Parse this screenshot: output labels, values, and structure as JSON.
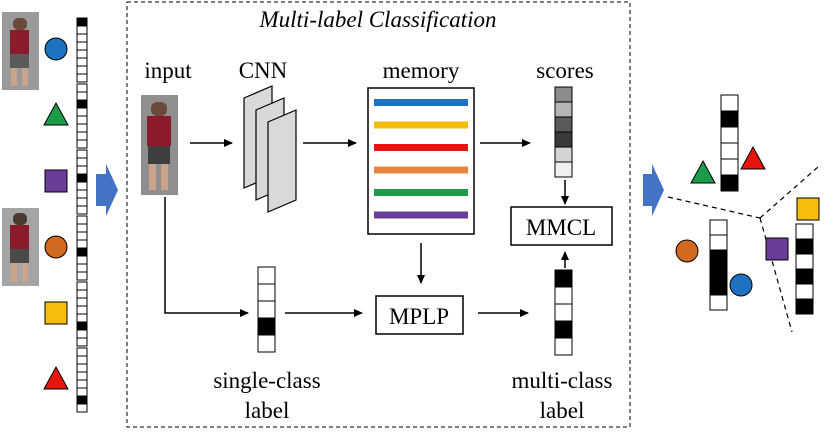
{
  "title": "Multi-label Classification",
  "labels": {
    "input": "input",
    "cnn": "CNN",
    "memory": "memory",
    "scores": "scores",
    "mmcl": "MMCL",
    "mplp": "MPLP",
    "single_class_line1": "single-class",
    "single_class_line2": "label",
    "multi_class_line1": "multi-class",
    "multi_class_line2": "label"
  },
  "colors": {
    "blue": "#1f72c2",
    "yellow": "#f6bd0c",
    "red": "#e8140e",
    "orange": "#e8843d",
    "green": "#1a9c48",
    "purple": "#6a3d9a",
    "circle_orange": "#d2691e",
    "arrow_blue": "#4472c4",
    "cnn_fill": "#d9d9d9"
  },
  "memory_rows": [
    "blue",
    "yellow",
    "red",
    "orange",
    "green",
    "purple"
  ],
  "scores_cells": [
    "#8c8c8c",
    "#b5b5b5",
    "#5a5a5a",
    "#3a3a3a",
    "#d4d4d4",
    "#f0f0f0"
  ],
  "left_items": [
    {
      "shape": "circle",
      "color": "blue",
      "label_on": 0
    },
    {
      "shape": "triangle",
      "color": "green",
      "label_on": 2
    },
    {
      "shape": "square",
      "color": "purple",
      "label_on": 3
    },
    {
      "shape": "circle",
      "color": "circle_orange",
      "label_on": 4
    },
    {
      "shape": "square",
      "color": "yellow",
      "label_on": 5
    },
    {
      "shape": "triangle",
      "color": "red",
      "label_on": 6
    }
  ],
  "single_label_on": [
    3
  ],
  "multi_label_on": [
    0,
    3
  ]
}
